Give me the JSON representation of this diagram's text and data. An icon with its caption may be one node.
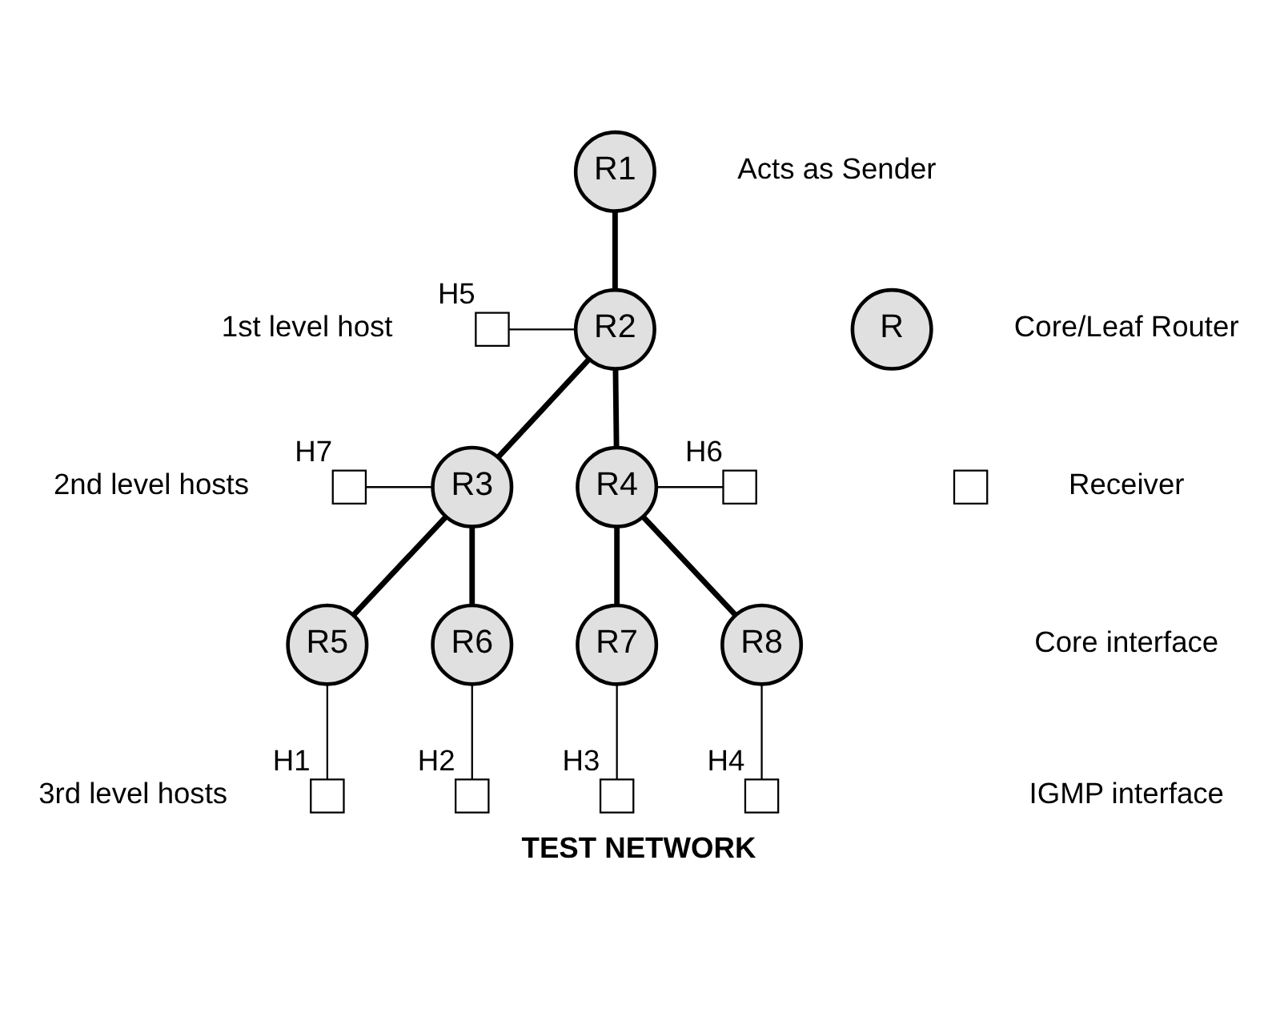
{
  "diagram": {
    "caption": "TEST NETWORK",
    "nodes": [
      {
        "text": [
          "R1"
        ]
      },
      {
        "text": [],
        "shape": "box",
        "beside": [
          "H5"
        ]
      },
      {
        "text": [
          "R2"
        ]
      },
      {
        "text": [],
        "shape": "box",
        "beside": [
          "H7"
        ]
      },
      {
        "text": [
          "R3"
        ]
      },
      {
        "text": [
          "R4"
        ]
      },
      {
        "text": [],
        "shape": "box",
        "beside": [
          "H6"
        ]
      },
      {
        "text": [
          "R5"
        ]
      },
      {
        "text": [
          "R6"
        ]
      },
      {
        "text": [
          "R7"
        ]
      },
      {
        "text": [
          "R8"
        ]
      },
      {
        "text": [],
        "shape": "box",
        "beside": [
          "H1"
        ]
      },
      {
        "text": [],
        "shape": "box",
        "beside": [
          "H2"
        ]
      },
      {
        "text": [],
        "shape": "box",
        "beside": [
          "H3"
        ]
      },
      {
        "text": [],
        "shape": "box",
        "beside": [
          "H4"
        ]
      },
      {
        "text": [
          "R"
        ]
      },
      {
        "text": [],
        "shape": "box"
      }
    ],
    "edges": [
      {
        "from": 0,
        "to": 2,
        "arrow": "none",
        "style": "thick"
      },
      {
        "from": 1,
        "to": 2,
        "arrow": "none"
      },
      {
        "from": 2,
        "to": 4,
        "arrow": "none",
        "style": "thick"
      },
      {
        "from": 2,
        "to": 5,
        "arrow": "none",
        "style": "thick"
      },
      {
        "from": 3,
        "to": 4,
        "arrow": "none"
      },
      {
        "from": 5,
        "to": 6,
        "arrow": "none"
      },
      {
        "from": 4,
        "to": 7,
        "arrow": "none",
        "style": "thick"
      },
      {
        "from": 4,
        "to": 8,
        "arrow": "none",
        "style": "thick"
      },
      {
        "from": 5,
        "to": 9,
        "arrow": "none",
        "style": "thick"
      },
      {
        "from": 5,
        "to": 10,
        "arrow": "none",
        "style": "thick"
      },
      {
        "from": 7,
        "to": 11,
        "arrow": "none"
      },
      {
        "from": 8,
        "to": 12,
        "arrow": "none"
      },
      {
        "from": 9,
        "to": 13,
        "arrow": "none"
      },
      {
        "from": 10,
        "to": 14,
        "arrow": "none"
      }
    ],
    "labels": [
      "Acts as Sender",
      "1st level host",
      "2nd level hosts",
      "3rd level hosts"
    ],
    "legend": [
      {
        "text": "Core/Leaf Router"
      },
      {
        "text": "Receiver"
      },
      {
        "text": "Core interface"
      },
      {
        "text": "IGMP interface"
      }
    ]
  }
}
